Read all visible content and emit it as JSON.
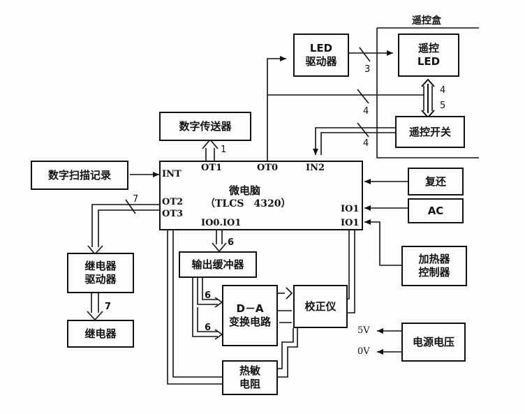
{
  "remote_box_label": "遥控盒",
  "blocks": {
    "led_driver": "LED\n驱动器",
    "remote_led": "遥控\nLED",
    "digital_transmitter": "数字传送器",
    "remote_switch": "遥控开关",
    "digital_scan_recorder": "数字扫描记录",
    "microcomputer_title": "微电脑",
    "microcomputer_model": "（TLCS　4320）",
    "reset": "复还",
    "ac": "AC",
    "heater_controller": "加热器\n控制器",
    "power_supply": "电源电压",
    "relay_driver": "继电器\n驱动器",
    "relay": "继电器",
    "output_buffer": "输出缓冲器",
    "da_converter": "D－A\n变换电路",
    "calibrator": "校正仪",
    "thermistor": "热敏\n电阻"
  },
  "ports": {
    "int": "INT",
    "ot1": "OT1",
    "ot0": "OT0",
    "in2": "IN2",
    "ot2": "OT2",
    "ot3": "OT3",
    "io0_io1": "IO0.IO1",
    "io1_a": "IO1",
    "io1_b": "IO1"
  },
  "bus_widths": {
    "led_driver_to_remote_led": "3",
    "remote_led_bus": "4",
    "remote_switch_bus": "5",
    "bus_to_led_line": "4",
    "switch_to_in2": "4",
    "ot1_bus": "1",
    "ot2_ot3_bus": "7",
    "output_bus": "6",
    "relay_bus": "7",
    "da_bus_a": "6",
    "da_bus_b": "6"
  },
  "voltages": {
    "v5": "5V",
    "v0": "0V"
  }
}
